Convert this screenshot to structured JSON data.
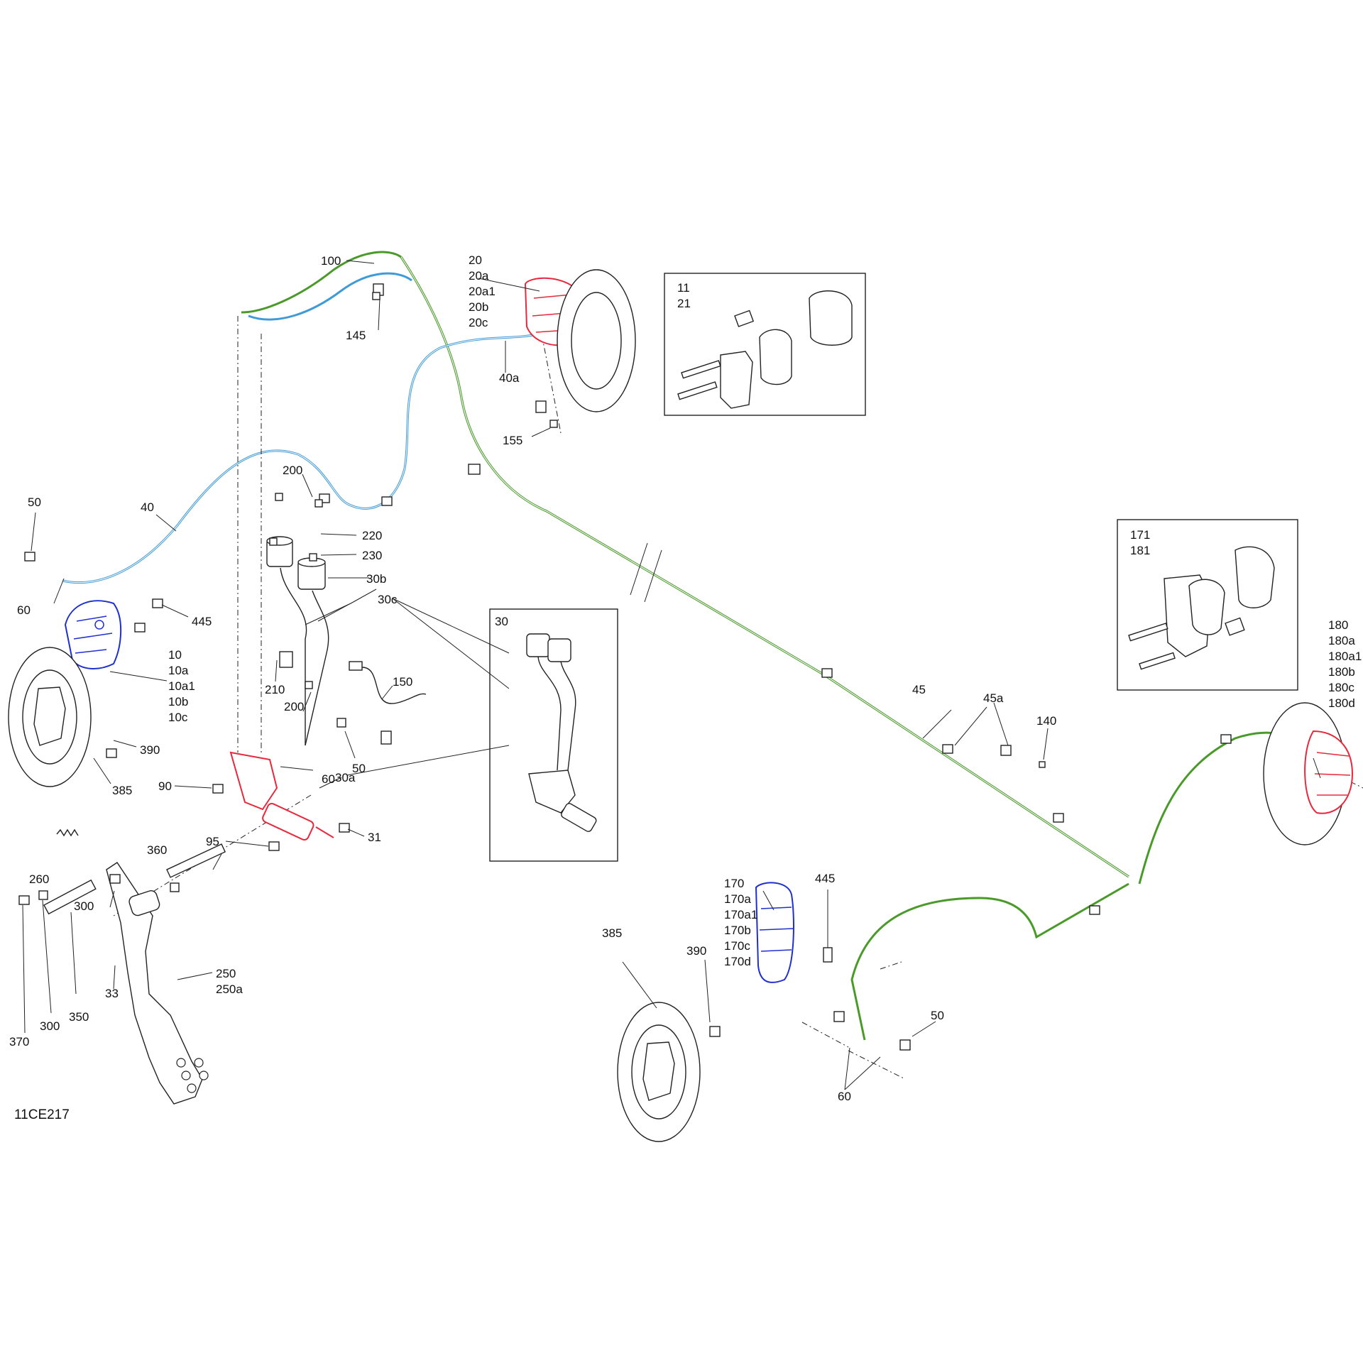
{
  "drawing_id": "11CE217",
  "colors": {
    "line_black": "#222222",
    "brake_line_green": "#4a9a2a",
    "brake_line_blue": "#3f9ad8",
    "highlight_red": "#e8283c",
    "highlight_blue": "#1f2fd0",
    "background": "#ffffff"
  },
  "detail_boxes": [
    {
      "labels": [
        "11",
        "21"
      ]
    },
    {
      "labels": [
        "171",
        "181"
      ]
    },
    {
      "labels": [
        "30"
      ]
    }
  ],
  "callouts": {
    "c100": "100",
    "c145": "145",
    "c155": "155",
    "c40a": "40a",
    "c40": "40",
    "c50_a": "50",
    "c60_a": "60",
    "c445_a": "445",
    "c10": "10",
    "c10a": "10a",
    "c10a1": "10a1",
    "c10b": "10b",
    "c10c": "10c",
    "c390_a": "390",
    "c385_a": "385",
    "c200_a": "200",
    "c220": "220",
    "c230": "230",
    "c30b": "30b",
    "c30c": "30c",
    "c210": "210",
    "c200_b": "200",
    "c150": "150",
    "c50_b": "50",
    "c60_b": "60",
    "c90": "90",
    "c30a": "30a",
    "c95": "95",
    "c31": "31",
    "c360": "360",
    "c260": "260",
    "c300_a": "300",
    "c33": "33",
    "c250": "250",
    "c250a": "250a",
    "c370": "370",
    "c300_b": "300",
    "c350": "350",
    "c20": "20",
    "c20a": "20a",
    "c20a1": "20a1",
    "c20b": "20b",
    "c20c": "20c",
    "c45": "45",
    "c45a": "45a",
    "c140": "140",
    "c180": "180",
    "c180a": "180a",
    "c180a1": "180a1",
    "c180b": "180b",
    "c180c": "180c",
    "c180d": "180d",
    "c170": "170",
    "c170a": "170a",
    "c170a1": "170a1",
    "c170b": "170b",
    "c170c": "170c",
    "c170d": "170d",
    "c445_b": "445",
    "c385_b": "385",
    "c390_b": "390",
    "c50_c": "50",
    "c60_c": "60"
  }
}
